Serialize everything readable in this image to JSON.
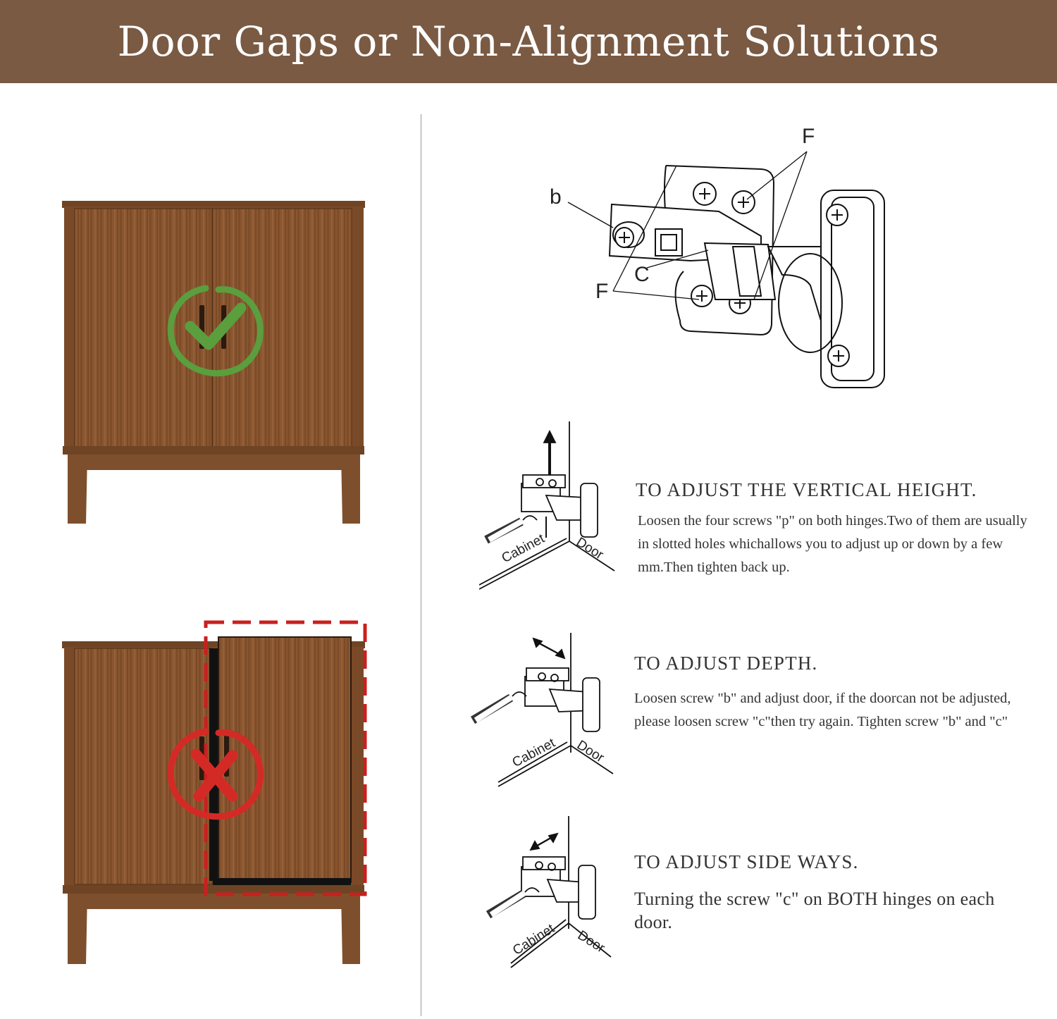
{
  "banner": {
    "title": "Door Gaps or Non-Alignment Solutions",
    "background": "#7a5a43"
  },
  "colors": {
    "wood": "#8b5a33",
    "ok_mark": "#5a9e3e",
    "bad_mark": "#d42a26",
    "dash_outline": "#c8201f"
  },
  "cabinets": {
    "correct": {
      "mark_icon": "check-circle-icon"
    },
    "misaligned": {
      "mark_icon": "x-circle-icon"
    }
  },
  "hinge_diagram": {
    "labels": {
      "b": "b",
      "c": "C",
      "f_top": "F",
      "f_bottom": "F"
    }
  },
  "steps": [
    {
      "heading": "TO ADJUST THE VERTICAL HEIGHT.",
      "body": "Loosen the four screws \"p\" on both hinges.Two of them are usually in slotted holes whichallows you to adjust up or down by a few mm.Then tighten back up.",
      "cabinet_label": "Cabinet",
      "door_label": "Door"
    },
    {
      "heading": "TO ADJUST DEPTH.",
      "body": "Loosen screw \"b\" and adjust door, if the doorcan not be adjusted, please loosen screw \"c\"then try again. Tighten screw \"b\" and \"c\"",
      "cabinet_label": "Cabinet",
      "door_label": "Door"
    },
    {
      "heading": "TO ADJUST SIDE WAYS.",
      "body": "Turning the screw \"c\" on BOTH hinges on each door.",
      "cabinet_label": "Cabinet",
      "door_label": "Door"
    }
  ]
}
